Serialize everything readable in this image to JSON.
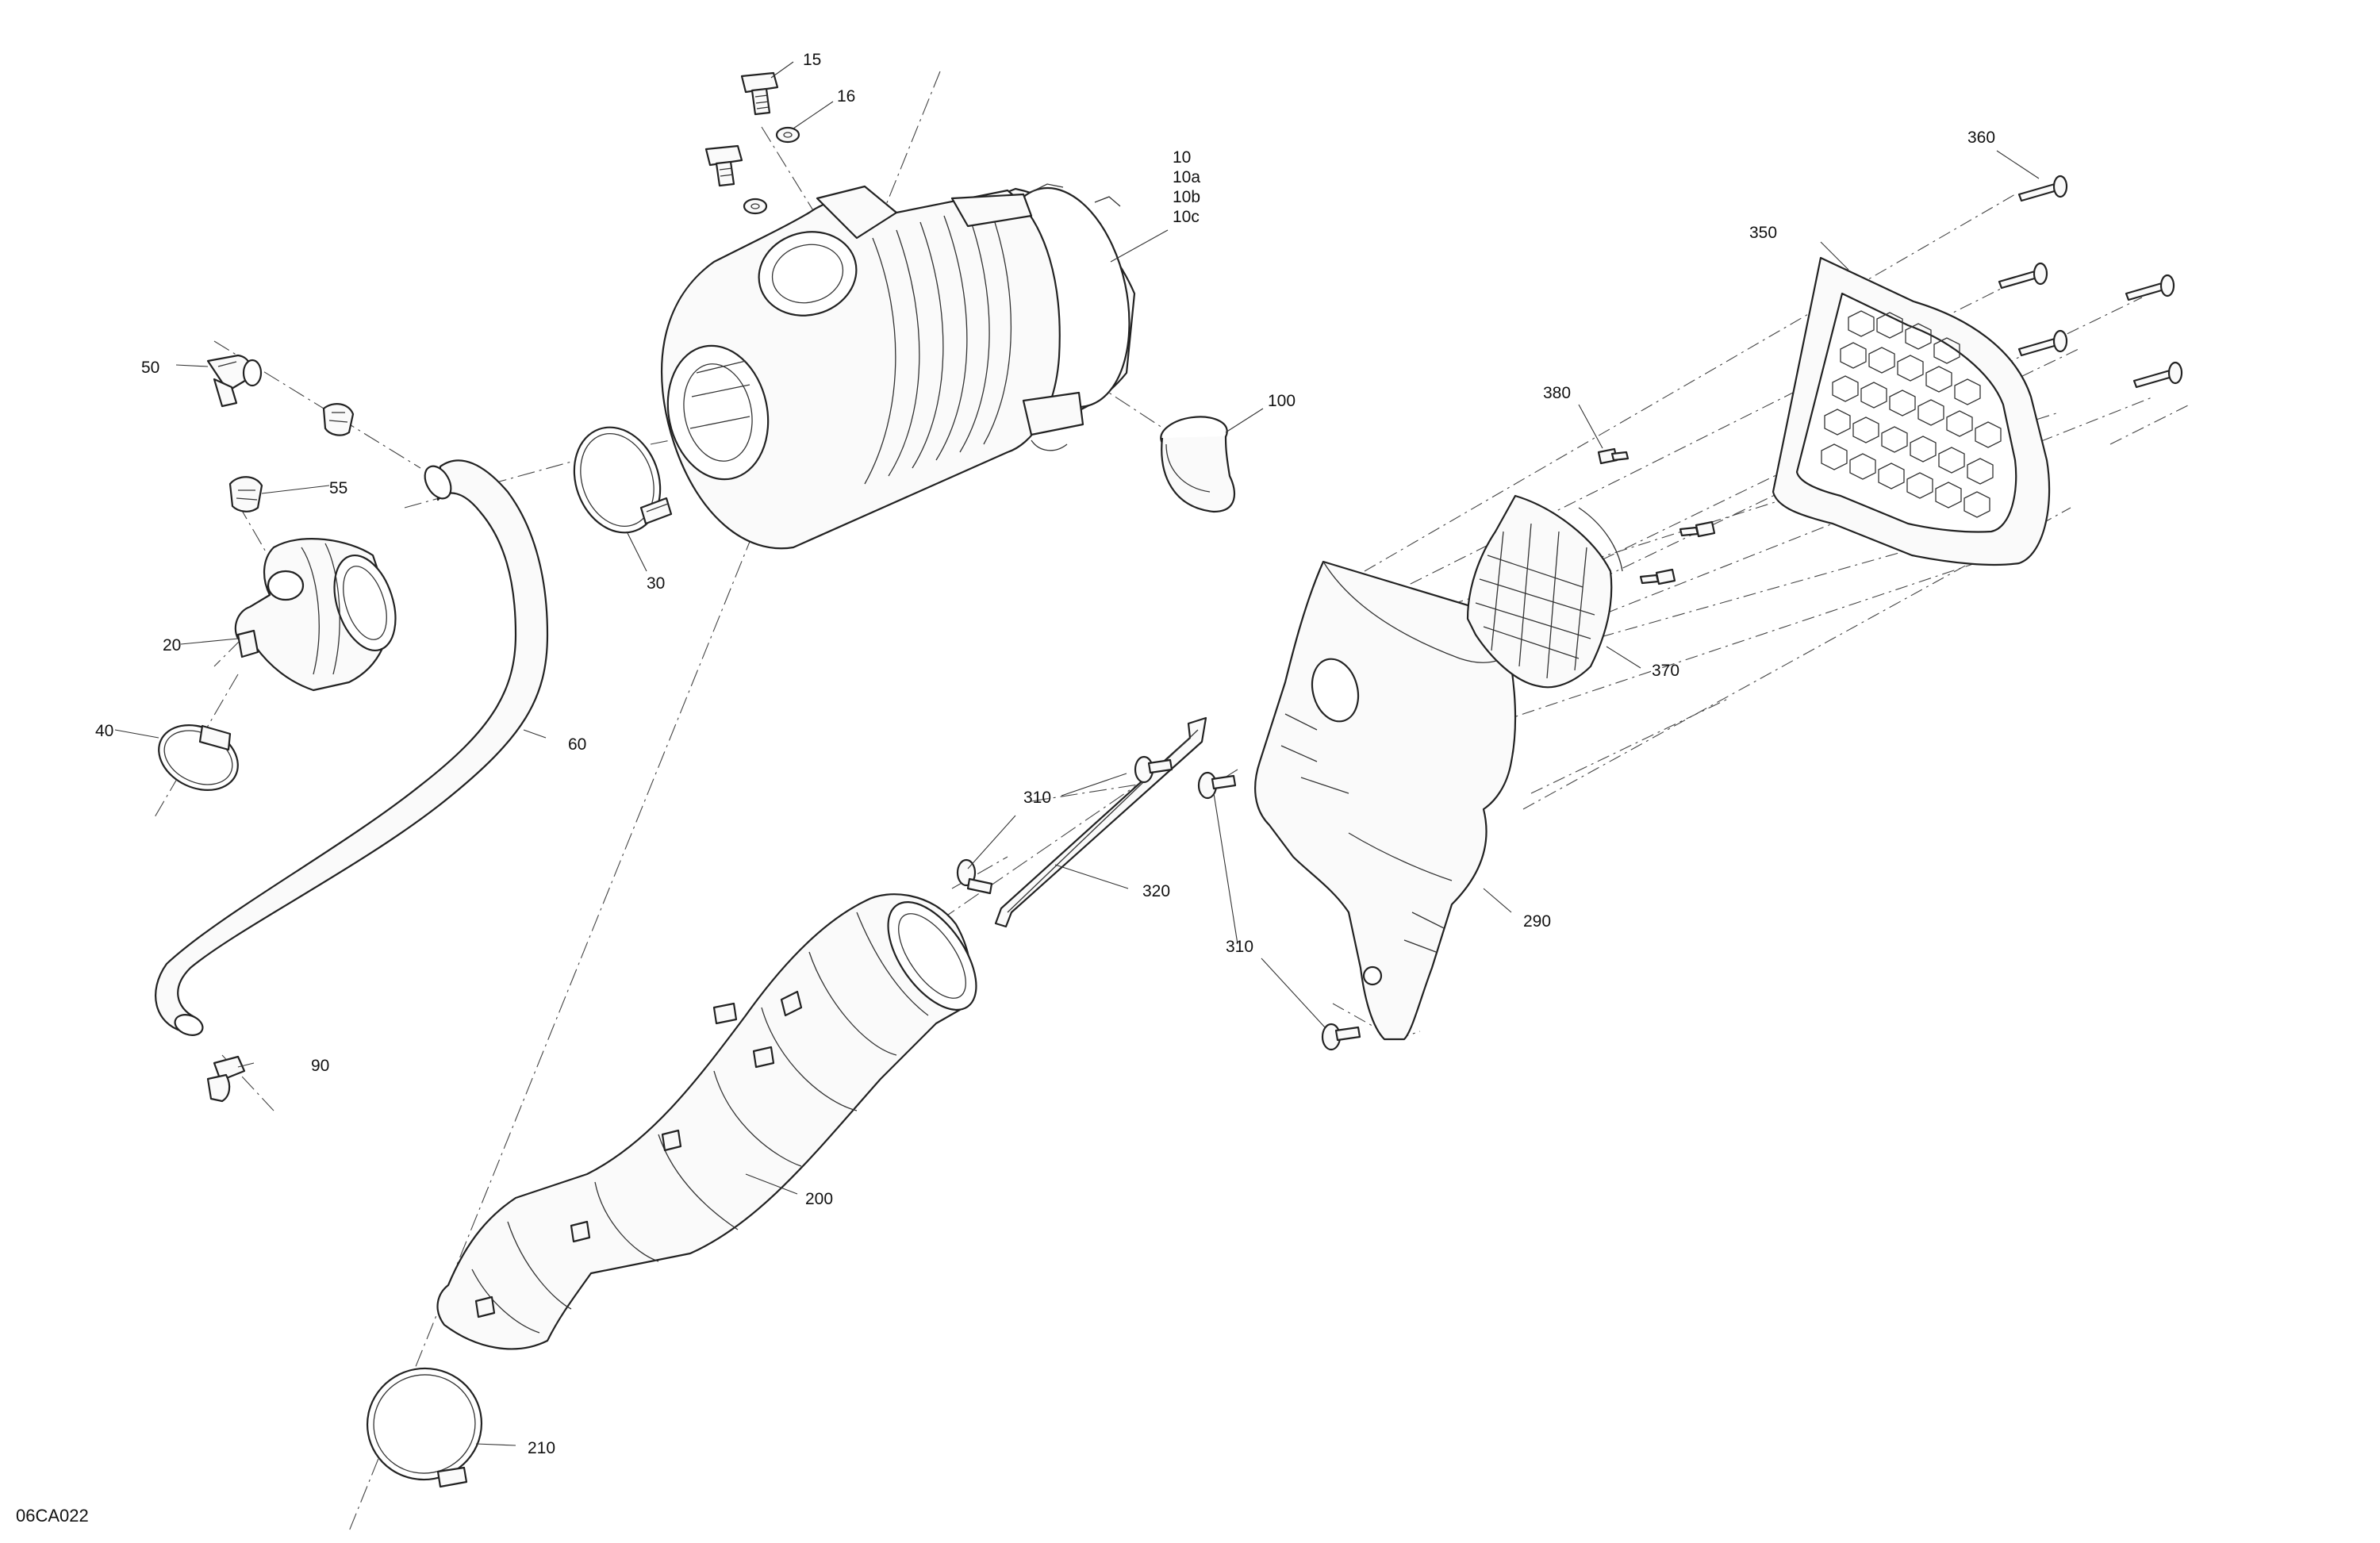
{
  "drawing_ref": "06CA022",
  "callouts": [
    {
      "id": "15",
      "text": "15"
    },
    {
      "id": "16",
      "text": "16"
    },
    {
      "id": "10",
      "text": "10"
    },
    {
      "id": "10a",
      "text": "10a"
    },
    {
      "id": "10b",
      "text": "10b"
    },
    {
      "id": "10c",
      "text": "10c"
    },
    {
      "id": "50",
      "text": "50"
    },
    {
      "id": "55",
      "text": "55"
    },
    {
      "id": "20",
      "text": "20"
    },
    {
      "id": "40",
      "text": "40"
    },
    {
      "id": "30",
      "text": "30"
    },
    {
      "id": "60",
      "text": "60"
    },
    {
      "id": "90",
      "text": "90"
    },
    {
      "id": "100",
      "text": "100"
    },
    {
      "id": "200",
      "text": "200"
    },
    {
      "id": "210",
      "text": "210"
    },
    {
      "id": "290",
      "text": "290"
    },
    {
      "id": "310a",
      "text": "310"
    },
    {
      "id": "310b",
      "text": "310"
    },
    {
      "id": "320",
      "text": "320"
    },
    {
      "id": "350",
      "text": "350"
    },
    {
      "id": "360",
      "text": "360"
    },
    {
      "id": "370",
      "text": "370"
    },
    {
      "id": "380",
      "text": "380"
    }
  ]
}
